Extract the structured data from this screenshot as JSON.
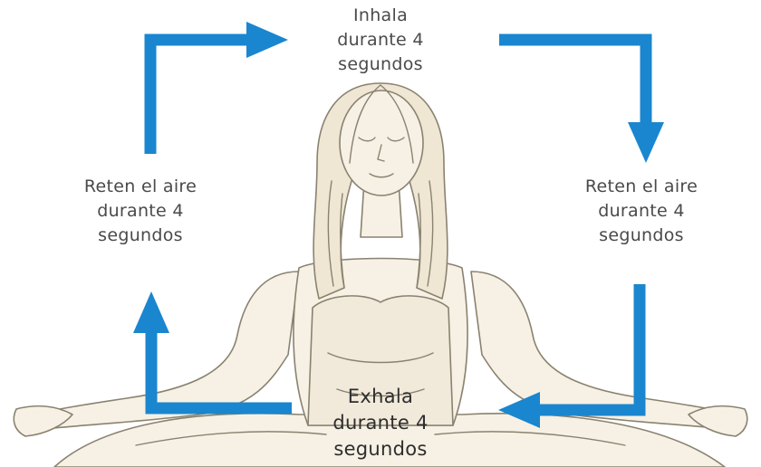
{
  "colors": {
    "arrow": "#1a86cf",
    "text": "#4a4a4a",
    "sketch_fill": "#f6f1e4",
    "sketch_line": "#8a8270"
  },
  "steps": {
    "top": {
      "line1": "Inhala",
      "line2": "durante 4",
      "line3": "segundos"
    },
    "right": {
      "line1": "Reten el aire",
      "line2": "durante 4",
      "line3": "segundos"
    },
    "bottom": {
      "line1": "Exhala",
      "line2": "durante 4",
      "line3": "segundos"
    },
    "left": {
      "line1": "Reten el aire",
      "line2": "durante 4",
      "line3": "segundos"
    }
  }
}
